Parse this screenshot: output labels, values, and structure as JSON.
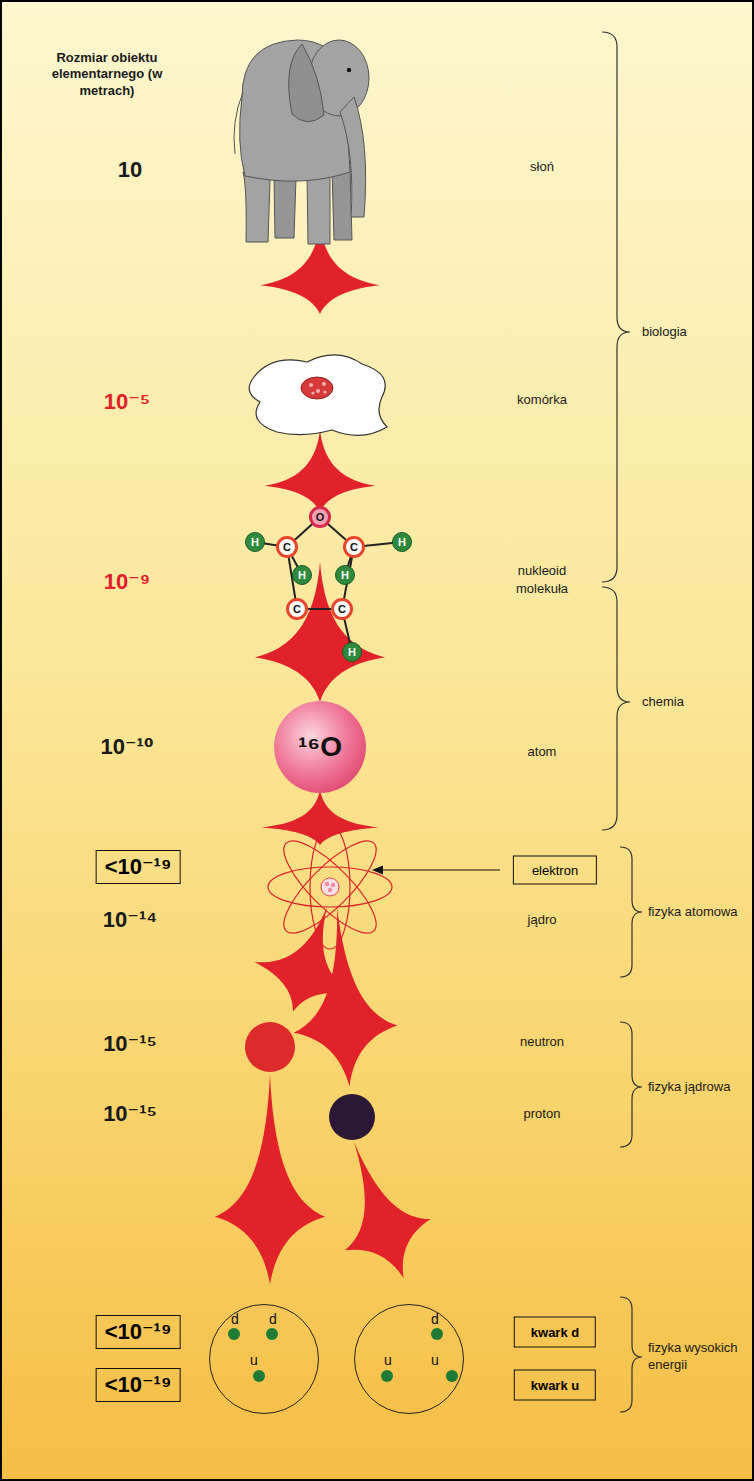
{
  "diagram": {
    "nodes": [
      {
        "text": [
          "O"
        ]
      },
      {
        "text": [
          "H"
        ]
      },
      {
        "text": [
          "C"
        ]
      },
      {
        "text": [
          "C"
        ]
      },
      {
        "text": [
          "H"
        ]
      },
      {
        "text": [
          "H"
        ]
      },
      {
        "text": [
          "H"
        ]
      },
      {
        "text": [
          "C"
        ]
      },
      {
        "text": [
          "C"
        ]
      },
      {
        "text": [
          "H"
        ]
      },
      {
        "text": [
          "¹⁶O"
        ]
      },
      {
        "text": [
          "<10⁻¹⁹"
        ]
      },
      {
        "text": [
          "elektron"
        ]
      },
      {
        "text": [
          "<10⁻¹⁹"
        ]
      },
      {
        "text": [
          "d",
          "d",
          "u"
        ]
      },
      {
        "text": [
          "d",
          "u",
          "u"
        ]
      },
      {
        "text": [
          "kwark d"
        ]
      },
      {
        "text": [
          "<10⁻¹⁹"
        ]
      },
      {
        "text": [
          "kwark u"
        ]
      }
    ],
    "labels": [
      "Rozmiar obiektu elementarnego (w metrach)",
      "10",
      "słoń",
      "biologia",
      "10⁻⁵",
      "komórka",
      "10⁻⁹",
      "nukleoid molekuła",
      "chemia",
      "10⁻¹⁰",
      "atom",
      "10⁻¹⁴",
      "jądro",
      "fizyka atomowa",
      "10⁻¹⁵",
      "neutron",
      "10⁻¹⁵",
      "proton",
      "fizyka jądrowa",
      "fizyka wysokich energii"
    ]
  }
}
